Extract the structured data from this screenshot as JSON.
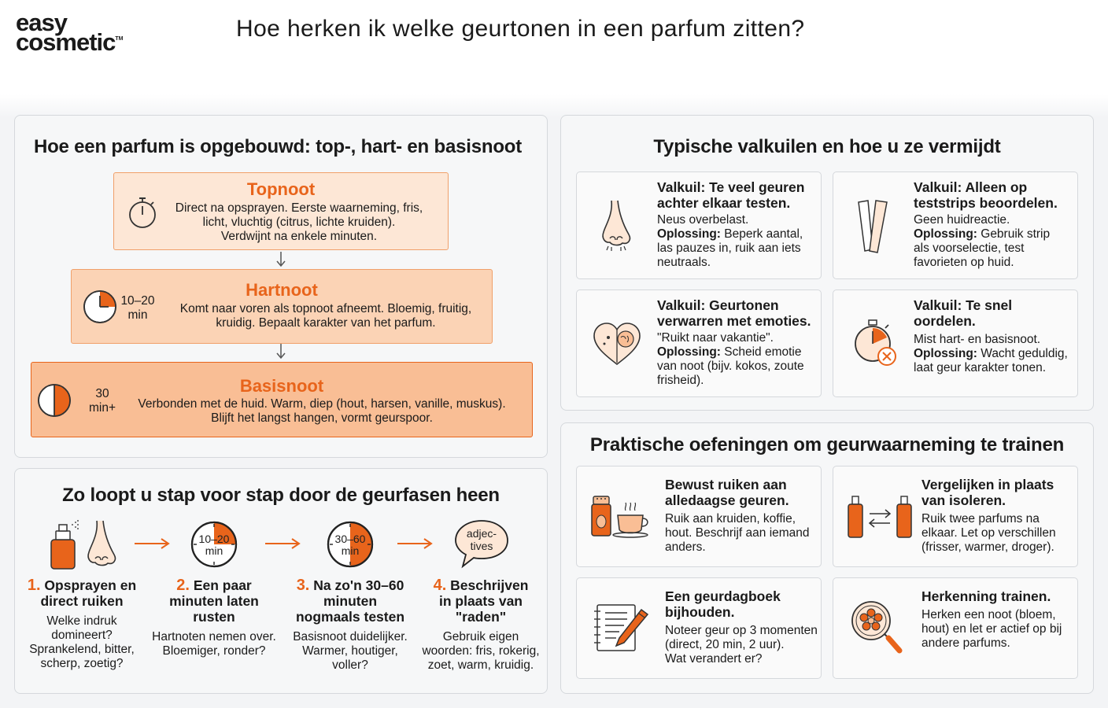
{
  "brand": {
    "line1": "easy",
    "line2": "cosmetic",
    "tm": "TM"
  },
  "title": "Hoe herken ik welke geurtonen in een parfum zitten?",
  "structure": {
    "title": "Hoe een parfum is opgebouwd: top-, hart- en basisnoot",
    "top": {
      "name": "Topnoot",
      "desc": [
        "Direct na opsprayen. Eerste waarneming, fris,",
        "licht, vluchtig (citrus, lichte kruiden).",
        "Verdwijnt na enkele minuten."
      ]
    },
    "heart": {
      "name": "Hartnoot",
      "time": [
        "10–20",
        "min"
      ],
      "desc": [
        "Komt naar voren als topnoot afneemt. Bloemig, fruitig,",
        "kruidig. Bepaalt karakter van het parfum."
      ]
    },
    "base": {
      "name": "Basisnoot",
      "time": [
        "30",
        "min+"
      ],
      "desc": [
        "Verbonden met de huid. Warm, diep (hout, harsen, vanille, muskus).",
        "Blijft het langst hangen, vormt geurspoor."
      ]
    }
  },
  "steps": {
    "title": "Zo loopt u stap voor stap door de geurfasen heen",
    "items": [
      {
        "num": "1.",
        "title_a": "Opsprayen en",
        "title_b": "direct ruiken",
        "title_c": "",
        "desc": [
          "Welke indruk",
          "domineert?",
          "Sprankelend, bitter,",
          "scherp, zoetig?"
        ]
      },
      {
        "num": "2.",
        "title_a": "Een paar",
        "title_b": "minuten laten",
        "title_c": "rusten",
        "clock": [
          "10–20",
          "min"
        ],
        "desc": [
          "Hartnoten nemen over.",
          "Bloemiger, ronder?"
        ]
      },
      {
        "num": "3.",
        "title_a": "Na zo'n 30–60",
        "title_b": "minuten",
        "title_c": "nogmaals testen",
        "clock": [
          "30–60",
          "min"
        ],
        "desc": [
          "Basisnoot duidelijker.",
          "Warmer, houtiger,",
          "voller?"
        ]
      },
      {
        "num": "4.",
        "title_a": "Beschrijven",
        "title_b": "in plaats van",
        "title_c": "\"raden\"",
        "bubble": [
          "adjec-",
          "tives"
        ],
        "desc": [
          "Gebruik eigen",
          "woorden: fris, rokerig,",
          "zoet, warm, kruidig."
        ]
      }
    ]
  },
  "pitfalls": {
    "title": "Typische valkuilen en hoe u ze vermijdt",
    "items": [
      {
        "title": [
          "Valkuil: Te veel geuren",
          "achter elkaar testen."
        ],
        "issue": "Neus overbelast.",
        "sol_label": "Oplossing:",
        "sol": [
          " Beperk aantal,",
          "las pauzes in, ruik aan iets",
          "neutraals."
        ],
        "icon": "nose-icon"
      },
      {
        "title": [
          "Valkuil: Alleen op",
          "teststrips beoordelen."
        ],
        "issue": "Geen huidreactie.",
        "sol_label": "Oplossing:",
        "sol": [
          " Gebruik strip",
          "als voorselectie, test",
          "favorieten op huid."
        ],
        "icon": "test-strip-icon"
      },
      {
        "title": [
          "Valkuil: Geurtonen",
          "verwarren met emoties."
        ],
        "issue": "\"Ruikt naar vakantie\".",
        "sol_label": "Oplossing:",
        "sol": [
          " Scheid emotie",
          "van noot (bijv. kokos, zoute",
          "frisheid)."
        ],
        "icon": "heart-brain-icon"
      },
      {
        "title": [
          "Valkuil: Te snel",
          "oordelen."
        ],
        "issue": "Mist hart- en basisnoot.",
        "sol_label": "Oplossing:",
        "sol": [
          " Wacht geduldig,",
          "laat geur karakter tonen."
        ],
        "icon": "stopwatch-cross-icon"
      }
    ]
  },
  "exercises": {
    "title": "Praktische oefeningen om geurwaarneming te trainen",
    "items": [
      {
        "title": [
          "Bewust ruiken aan",
          "alledaagse geuren."
        ],
        "text": [
          "Ruik aan kruiden, koffie,",
          "hout. Beschrijf aan iemand",
          "anders."
        ],
        "icon": "spice-coffee-icon"
      },
      {
        "title": [
          "Vergelijken in plaats",
          "van isoleren."
        ],
        "text": [
          "Ruik twee parfums na",
          "elkaar. Let op verschillen",
          "(frisser, warmer, droger)."
        ],
        "icon": "compare-bottles-icon"
      },
      {
        "title": [
          "Een geurdagboek",
          "bijhouden."
        ],
        "text": [
          "Noteer geur op 3 momenten",
          "(direct, 20 min, 2 uur).",
          "Wat verandert er?"
        ],
        "icon": "notebook-pen-icon"
      },
      {
        "title": [
          "Herkenning trainen."
        ],
        "text": [
          "Herken een noot (bloem,",
          "hout) en let er actief op bij",
          "andere parfums."
        ],
        "icon": "magnifier-flower-icon"
      }
    ]
  },
  "colors": {
    "accent": "#e8641b",
    "top_fill": "#fde7d6",
    "heart_fill": "#fbd3b5",
    "base_fill": "#f9be95",
    "border": "#f0a06a"
  }
}
